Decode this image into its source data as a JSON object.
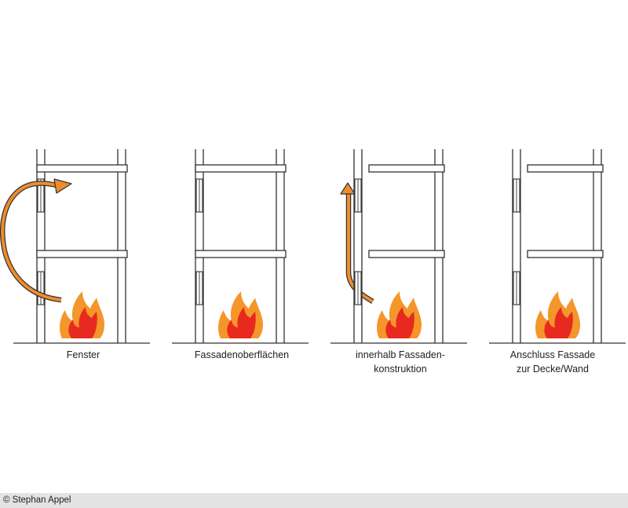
{
  "panels": [
    {
      "caption_lines": [
        "Fenster"
      ],
      "path": "window"
    },
    {
      "caption_lines": [
        "Fassadenoberflächen"
      ],
      "path": "surface"
    },
    {
      "caption_lines": [
        "innerhalb Fassaden-",
        "konstruktion"
      ],
      "path": "construction"
    },
    {
      "caption_lines": [
        "Anschluss Fassade",
        "zur Decke/Wand"
      ],
      "path": "joint"
    }
  ],
  "credit": "© Stephan Appel",
  "colors": {
    "line": "#333333",
    "arrow_fill": "#f08c2e",
    "flame_outer": "#f4962a",
    "flame_inner": "#e8291f",
    "credit_bar": "#e3e3e3"
  },
  "icons": [
    "flame-icon",
    "spread-arrow-icon"
  ]
}
